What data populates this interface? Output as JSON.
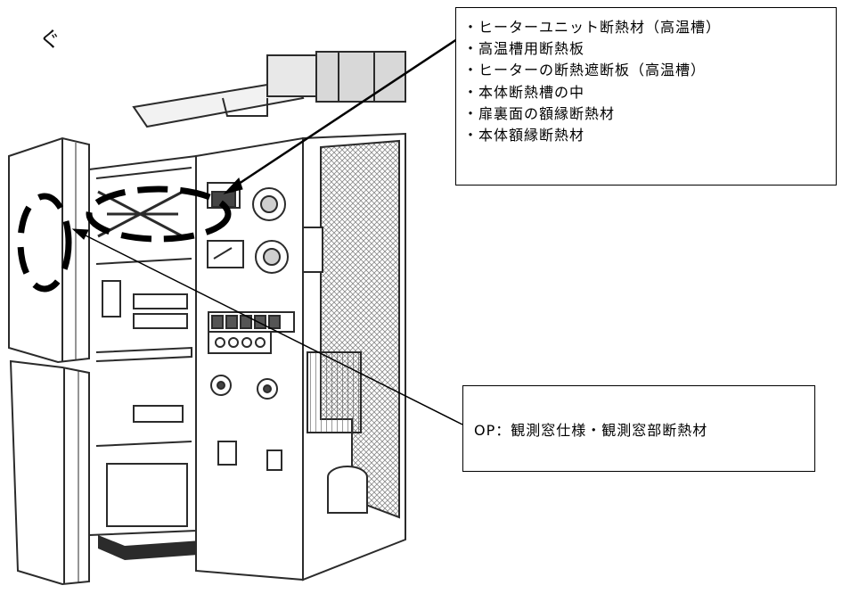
{
  "callouts": {
    "insulation_items": [
      "・ヒーターユニット断熱材（高温槽）",
      "・高温槽用断熱板",
      "・ヒーターの断熱遮断板（高温槽）",
      "・本体断熱槽の中",
      "・扉裏面の額縁断熱材",
      "・本体額縁断熱材"
    ],
    "window_option": "OP：観測窓仕様・観測窓部断熱材"
  },
  "edge_text": "ぐ",
  "colors": {
    "line": "#000000",
    "sketch": "#2b2b2b",
    "mesh": "#8a8a8a",
    "highlight": "#000000"
  }
}
